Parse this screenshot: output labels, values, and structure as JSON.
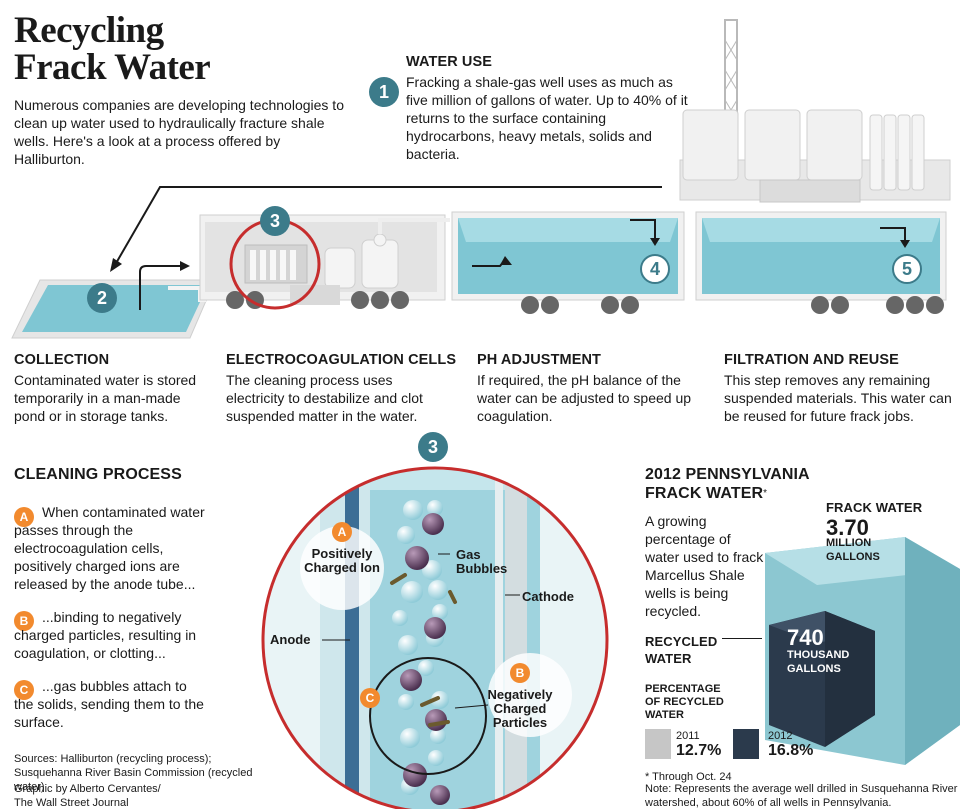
{
  "title_line1": "Recycling",
  "title_line2": "Frack Water",
  "intro": "Numerous companies are developing technologies to clean up water used to hydraulically fracture shale wells. Here's a look at a process offered by Halliburton.",
  "steps": [
    {
      "num": "1",
      "heading": "WATER USE",
      "text": "Fracking a shale-gas well uses as much as five million of gallons of water. Up to 40% of it returns to the surface containing hydrocarbons, heavy metals, solids and bacteria."
    },
    {
      "num": "2",
      "heading": "COLLECTION",
      "text": "Contaminated water is stored temporarily in a man-made pond or in storage tanks."
    },
    {
      "num": "3",
      "heading": "ELECTROCOAGULATION CELLS",
      "text": "The cleaning process uses electricity to destabilize and clot suspended matter in the water."
    },
    {
      "num": "4",
      "heading": "PH ADJUSTMENT",
      "text": "If required, the pH balance of the water can be adjusted to speed up coagulation."
    },
    {
      "num": "5",
      "heading": "FILTRATION AND REUSE",
      "text": "This step removes any remaining suspended materials. This water can be reused for future frack jobs."
    }
  ],
  "cleaning": {
    "heading": "CLEANING PROCESS",
    "items": [
      {
        "letter": "A",
        "text": "When contaminated water passes through the electrocoagulation cells, positively charged ions are released by the anode tube..."
      },
      {
        "letter": "B",
        "text": "...binding to negatively charged particles, resulting in coagulation, or clotting..."
      },
      {
        "letter": "C",
        "text": "...gas bubbles attach to the solids, sending them to the surface."
      }
    ]
  },
  "detail": {
    "badge": "3",
    "ion_letter": "A",
    "ion_label": "Positively Charged Ion",
    "gas_label": "Gas Bubbles",
    "cathode": "Cathode",
    "anode": "Anode",
    "particle_letter": "B",
    "particle_label": "Negatively Charged Particles",
    "c_letter": "C"
  },
  "pa": {
    "heading_line1": "2012 PENNSYLVANIA",
    "heading_line2": "FRACK WATER",
    "asterisk": "*",
    "desc": "A growing percentage of water used to frack Marcellus Shale wells is being recycled.",
    "frack_label": "FRACK WATER",
    "frack_value": "3.70",
    "frack_unit": "MILLION GALLONS",
    "recycled_label": "RECYCLED WATER",
    "recycled_value": "740",
    "recycled_unit": "THOUSAND GALLONS",
    "pct_label": "PERCENTAGE OF RECYCLED WATER",
    "years": [
      {
        "year": "2011",
        "pct": "12.7%",
        "color": "#c6c6c6"
      },
      {
        "year": "2012",
        "pct": "16.8%",
        "color": "#2b3a4c"
      }
    ],
    "footnote1": "* Through Oct. 24",
    "footnote2": "Note: Represents the average well drilled in Susquehanna River watershed, about 60% of all wells in Pennsylvania."
  },
  "sources": "Sources: Halliburton (recycling process); Susquehanna River Basin Commission (recycled water)",
  "credit": "Graphic by Alberto Cervantes/ The Wall Street Journal",
  "colors": {
    "teal": "#3c7b8a",
    "water": "#7fc6d3",
    "orange": "#f28a2e",
    "red": "#c62d2d",
    "navy": "#2b3a4c"
  }
}
